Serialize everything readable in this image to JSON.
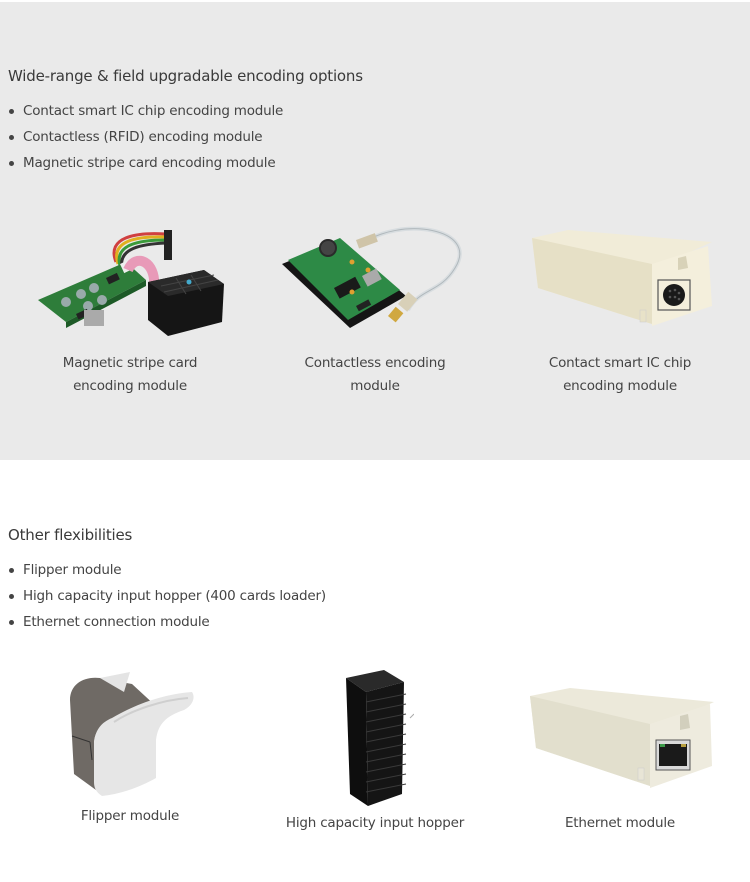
{
  "encoding_section": {
    "heading": "Wide-range & field upgradable encoding options",
    "bullets": [
      "Contact smart IC chip encoding module",
      "Contactless (RFID) encoding module",
      "Magnetic stripe card encoding module"
    ],
    "products": [
      {
        "image": "magnetic-stripe-module-image",
        "caption_line1": "Magnetic stripe card",
        "caption_line2": "encoding module"
      },
      {
        "image": "contactless-module-image",
        "caption_line1": "Contactless encoding",
        "caption_line2": "module"
      },
      {
        "image": "contact-ic-chip-module-image",
        "caption_line1": "Contact smart IC chip",
        "caption_line2": "encoding module"
      }
    ]
  },
  "other_section": {
    "heading": "Other flexibilities",
    "bullets": [
      "Flipper module",
      "High capacity input hopper (400 cards loader)",
      "Ethernet connection module"
    ],
    "products": [
      {
        "image": "flipper-module-image",
        "caption": "Flipper module"
      },
      {
        "image": "input-hopper-image",
        "caption": "High capacity input hopper"
      },
      {
        "image": "ethernet-module-image",
        "caption": "Ethernet module"
      }
    ]
  },
  "colors": {
    "gray_section_bg": "#eaeaea",
    "page_bg": "#ffffff",
    "text": "#444444"
  }
}
